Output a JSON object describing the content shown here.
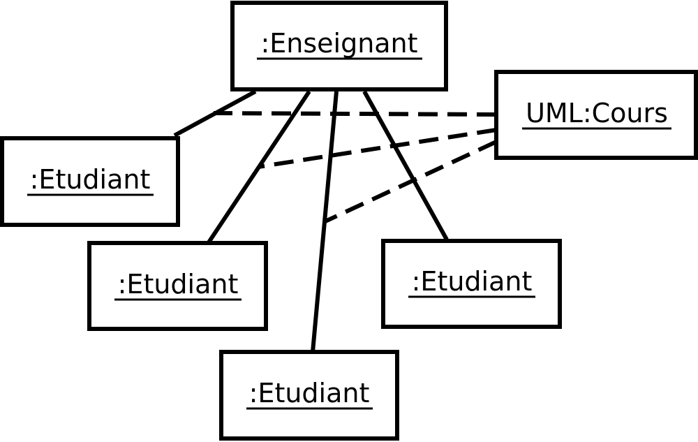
{
  "diagram": {
    "nodes": {
      "enseignant": ":Enseignant",
      "cours": "UML:Cours",
      "etudiant_1": ":Etudiant",
      "etudiant_2": ":Etudiant",
      "etudiant_3": ":Etudiant",
      "etudiant_4": ":Etudiant"
    },
    "links": [
      {
        "from": "enseignant",
        "to": "etudiant_1",
        "style": "solid"
      },
      {
        "from": "enseignant",
        "to": "etudiant_2",
        "style": "solid"
      },
      {
        "from": "enseignant",
        "to": "etudiant_3",
        "style": "solid"
      },
      {
        "from": "enseignant",
        "to": "etudiant_4",
        "style": "solid"
      },
      {
        "from": "cours",
        "to": "link:enseignant-etudiant_1",
        "style": "dashed"
      },
      {
        "from": "cours",
        "to": "link:enseignant-etudiant_2",
        "style": "dashed"
      },
      {
        "from": "cours",
        "to": "link:enseignant-etudiant_3",
        "style": "dashed"
      }
    ],
    "colors": {
      "stroke": "#000000",
      "background": "#ffffff"
    }
  }
}
